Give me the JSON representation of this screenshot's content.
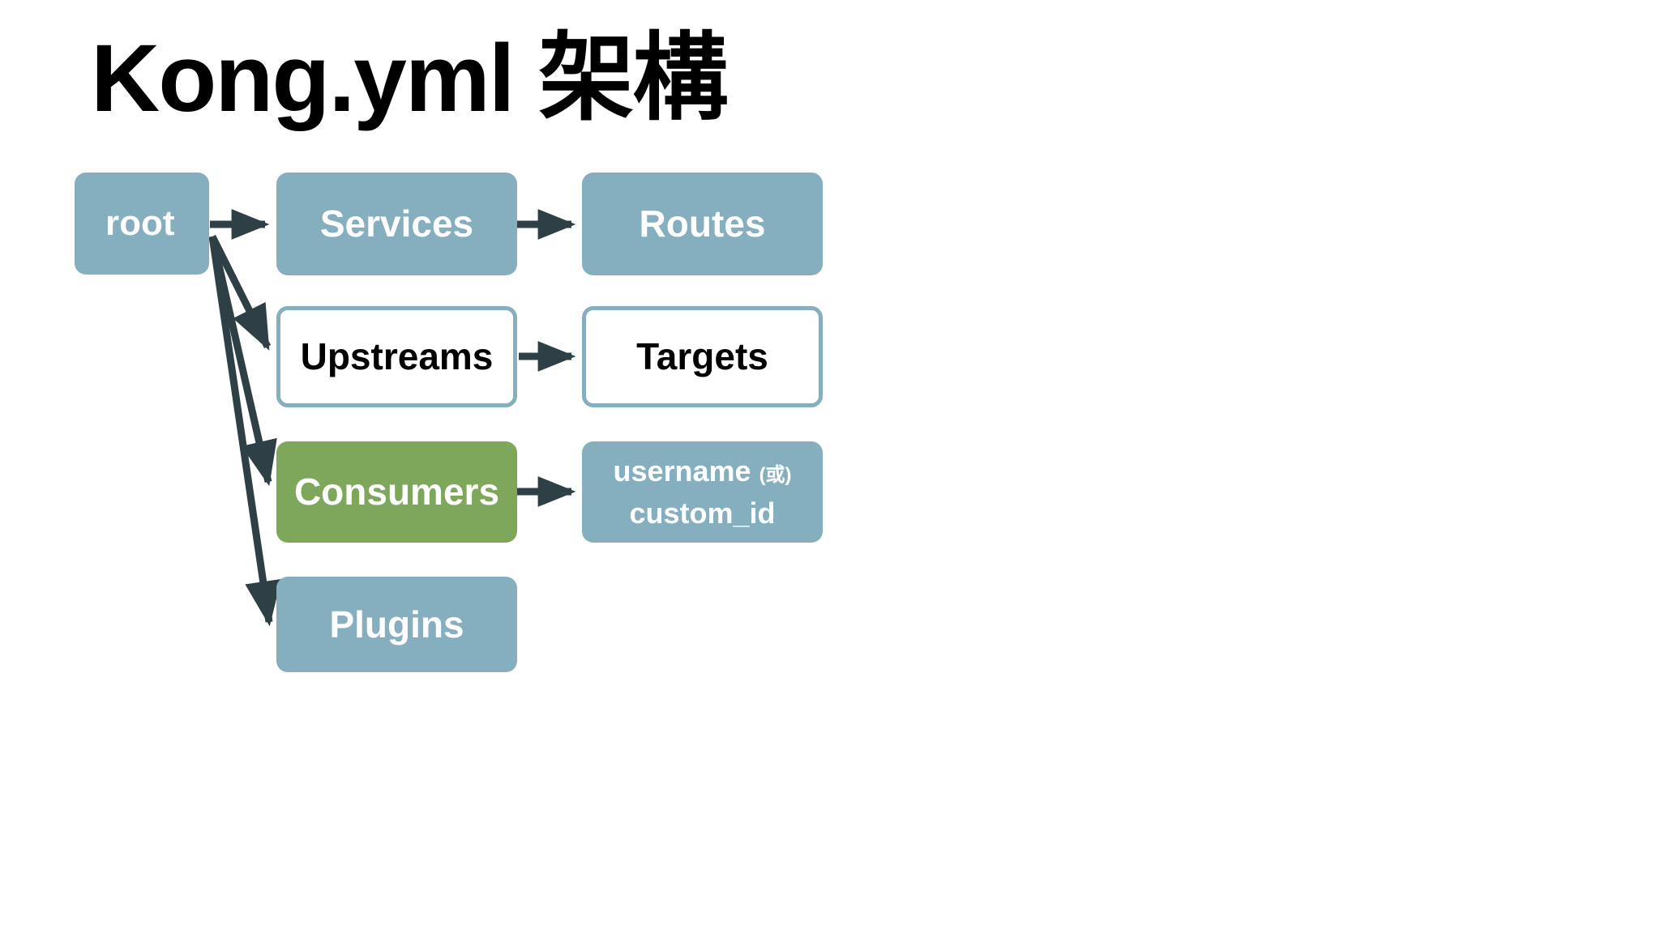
{
  "page": {
    "title": "Kong.yml 架構",
    "background": "#ffffff"
  },
  "colors": {
    "node_blue_fill": "#85AFBE",
    "node_green_fill": "#7FA75C",
    "node_outline_border": "#85AFBE",
    "node_outline_fill": "#ffffff",
    "connector": "#2E3F46",
    "title_text": "#000000",
    "filled_label_text": "#ffffff",
    "outline_label_text": "#000000"
  },
  "diagram": {
    "type": "flow",
    "nodes": [
      {
        "id": "root",
        "label": "root",
        "style": "filled-blue",
        "row": 1,
        "col": 1
      },
      {
        "id": "services",
        "label": "Services",
        "style": "filled-blue",
        "row": 1,
        "col": 2
      },
      {
        "id": "routes",
        "label": "Routes",
        "style": "filled-blue",
        "row": 1,
        "col": 3
      },
      {
        "id": "upstreams",
        "label": "Upstreams",
        "style": "outline-blue",
        "row": 2,
        "col": 2
      },
      {
        "id": "targets",
        "label": "Targets",
        "style": "outline-blue",
        "row": 2,
        "col": 3
      },
      {
        "id": "consumers",
        "label": "Consumers",
        "style": "filled-green",
        "row": 3,
        "col": 2
      },
      {
        "id": "identity",
        "label": "username (或) custom_id",
        "style": "filled-blue",
        "row": 3,
        "col": 3,
        "line1": "username",
        "line1_paren": "(或)",
        "line2": "custom_id"
      },
      {
        "id": "plugins",
        "label": "Plugins",
        "style": "filled-blue",
        "row": 4,
        "col": 2
      }
    ],
    "edges": [
      {
        "from": "root",
        "to": "services"
      },
      {
        "from": "root",
        "to": "upstreams"
      },
      {
        "from": "root",
        "to": "consumers"
      },
      {
        "from": "root",
        "to": "plugins"
      },
      {
        "from": "services",
        "to": "routes"
      },
      {
        "from": "upstreams",
        "to": "targets"
      },
      {
        "from": "consumers",
        "to": "identity"
      }
    ]
  }
}
